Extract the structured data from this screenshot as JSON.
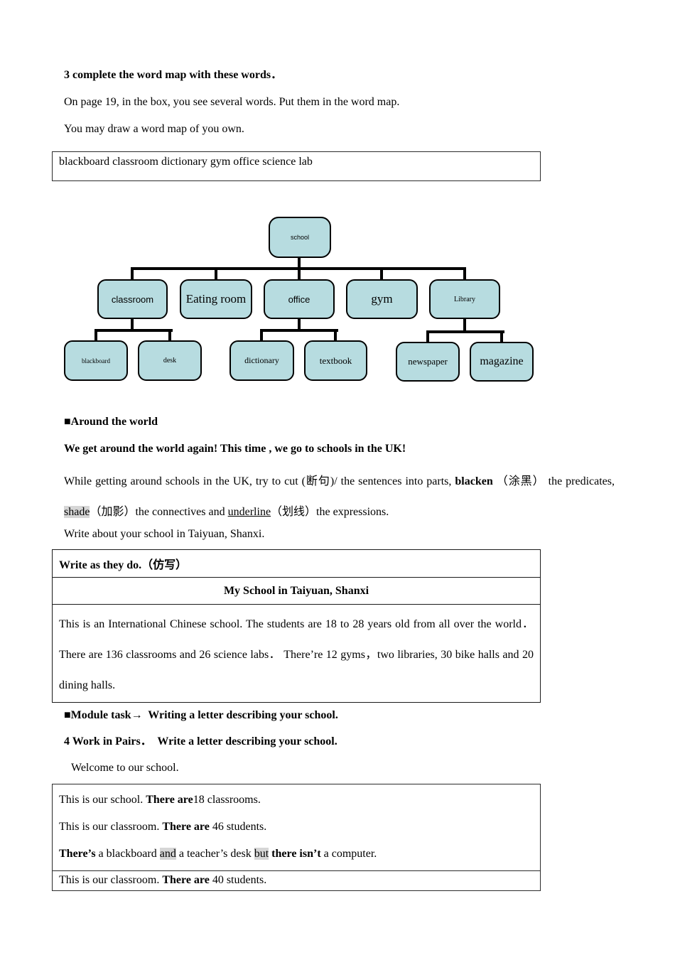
{
  "colors": {
    "node_fill": "#b7dce0",
    "highlight": "#d6d6d6"
  },
  "section3": {
    "title": "3 complete the word map with these words．",
    "line1": "On page 19, in the box, you see several words. Put them in the word map.",
    "line2": "You may draw a word map of you own.",
    "word_bank": "blackboard classroom dictionary gym office science lab"
  },
  "diagram": {
    "root": "school",
    "level2": [
      "classroom",
      "Eating room",
      "office",
      "gym",
      "Library"
    ],
    "level3": [
      "blackboard",
      "desk",
      "dictionary",
      "textbook",
      "newspaper",
      "magazine"
    ]
  },
  "around_world": {
    "heading": "■Around the world",
    "intro": "We get around the world again! This time , we go to schools in the UK!",
    "instruction": {
      "part1": "While getting around schools in the UK, try to cut (断句)/ the sentences into parts, ",
      "blacken": "blacken",
      "part2": " （涂黑） the predicates, ",
      "shade": "shade",
      "part3": "（加影）the connectives and ",
      "underline": "underline",
      "part4": "（划线）the expressions."
    },
    "write_about": "Write about your school in Taiyuan, Shanxi."
  },
  "sample_table": {
    "header": "Write as they do.（仿写）",
    "title": "My School in Taiyuan, Shanxi",
    "body": "This is an International Chinese school. The students are 18 to 28 years old from all over the world． There are 136 classrooms and 26 science labs． There’re 12 gyms，two libraries, 30 bike halls and 20 dining halls."
  },
  "module_task": {
    "heading": "■Module task→  Writing a letter describing your school.",
    "pairs": "4 Work in Pairs．  Write a letter describing your school.",
    "welcome": "Welcome to our school."
  },
  "practice_box": {
    "l1a": "This is our school. ",
    "l1b": "There are",
    "l1c": "18 classrooms.",
    "l2a": "This is our classroom. ",
    "l2b": "There are",
    "l2c": " 46 students.",
    "l3a": "There’s",
    "l3b": " a blackboard ",
    "l3c": "and",
    "l3d": " a teacher’s desk ",
    "l3e": "but",
    "l3f": " ",
    "l3g": "there isn’t",
    "l3h": " a computer.",
    "l4a": "This is our classroom. ",
    "l4b": "There are",
    "l4c": " 40 students."
  }
}
